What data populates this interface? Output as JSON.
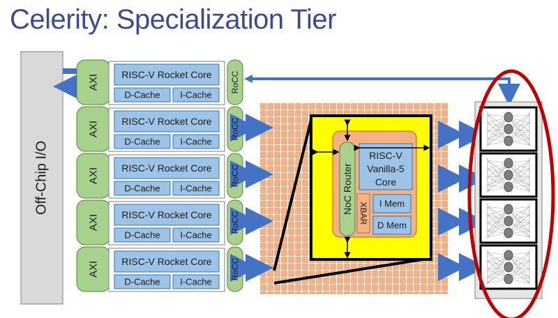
{
  "title": "Celerity: Specialization Tier",
  "offchip_io_label": "Off-Chip I/O",
  "axi_label": "AXI",
  "rocket_core_label": "RISC-V Rocket Core",
  "dcache_label": "D-Cache",
  "icache_label": "I-Cache",
  "rocc_label": "RoCC",
  "noc_router_label": "NoC Router",
  "vanilla_core_label": [
    "RISC-V",
    "Vanilla-5",
    "Core"
  ],
  "xbar_label": "XBAR",
  "imem_label": "I Mem",
  "dmem_label": "D Mem",
  "rocket_row_count": 5,
  "accelerator_block_count": 4,
  "colors": {
    "title": "#3c4a8f",
    "offchip_fill": "#d9d9d9",
    "axi_fill": "#a9d18e",
    "core_fill": "#9dc3e6",
    "mesh_tile": "#f4b183",
    "mesh_bg": "#fbe5d6",
    "highlight_yellow": "#ffff00",
    "tile_orange": "#f4b183",
    "arrow_blue": "#4472c4",
    "oval_red": "#c00000"
  }
}
